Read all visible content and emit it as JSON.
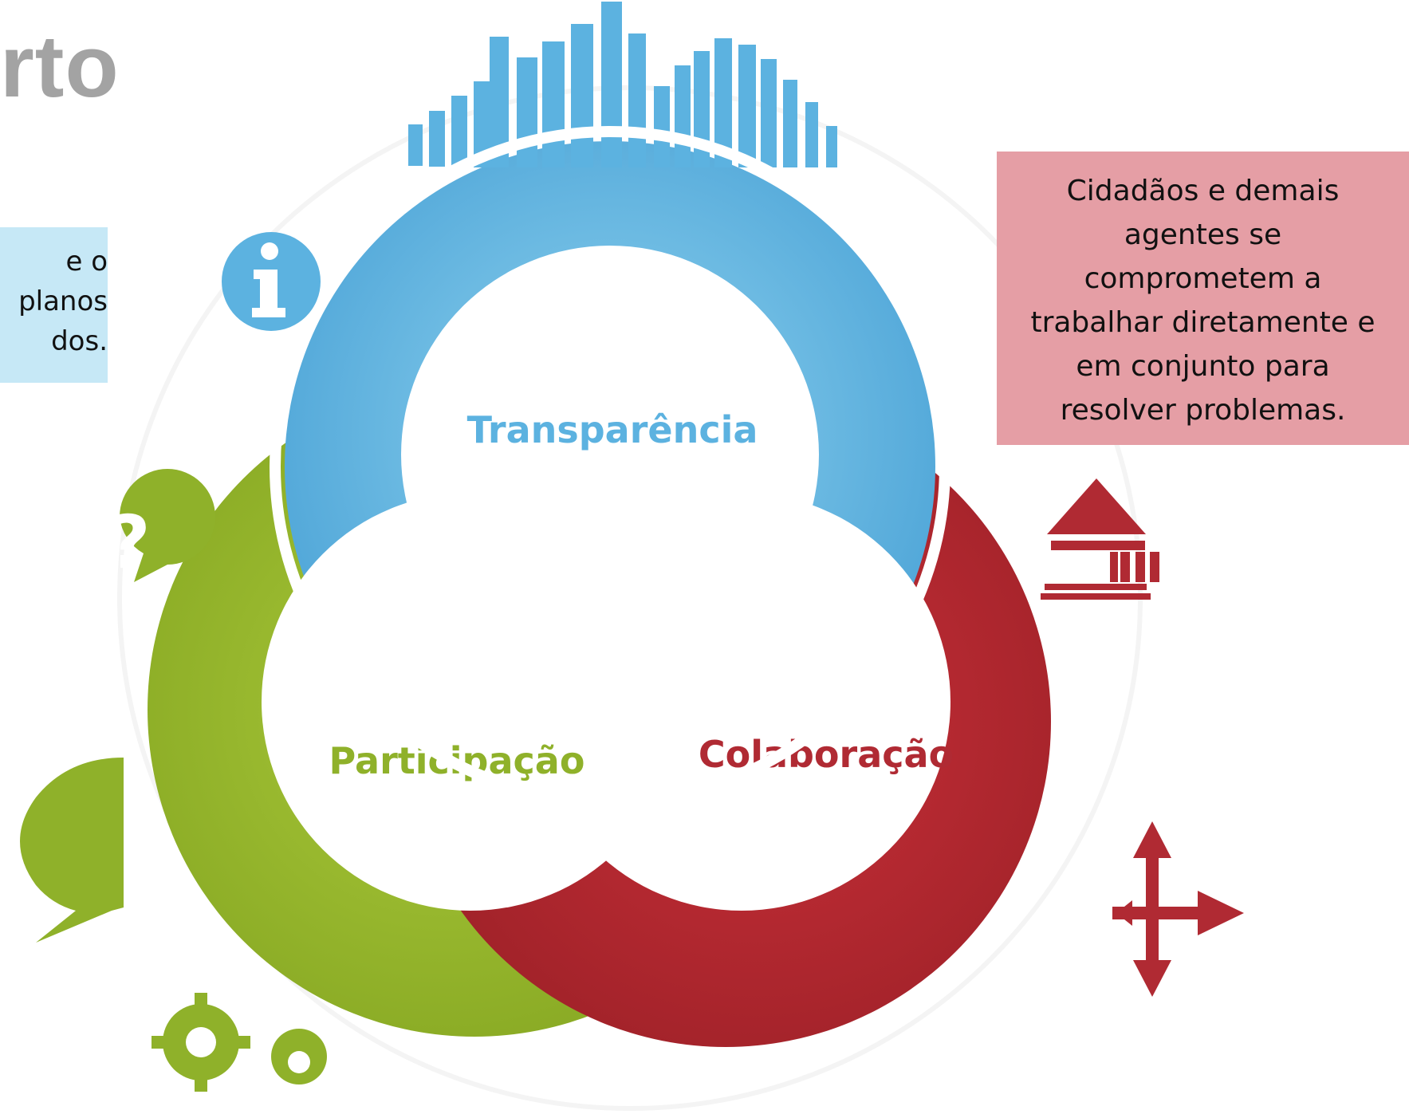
{
  "page": {
    "title_fragment": "rto"
  },
  "notes": {
    "left": {
      "lines": [
        "e o",
        "planos",
        "dos."
      ],
      "background": "#c6e8f6"
    },
    "right": {
      "lines": [
        "Cidadãos e demais",
        "agentes se",
        "comprometem a",
        "trabalhar diretamente e",
        "em conjunto para",
        "resolver problemas."
      ],
      "background": "#e59ea5"
    }
  },
  "rings": {
    "transparency": {
      "label": "Transparência",
      "color": "#5cb2e0"
    },
    "participation": {
      "label": "Participação",
      "color": "#8fb12a"
    },
    "collaboration": {
      "label": "Colaboração",
      "color": "#b02a33"
    }
  },
  "icons": [
    {
      "name": "bar-chart-icon",
      "color": "#5cb2e0"
    },
    {
      "name": "info-icon",
      "color": "#5cb2e0"
    },
    {
      "name": "question-icon",
      "color": "#8fb12a"
    },
    {
      "name": "speech-bubble-icon",
      "color": "#8fb12a"
    },
    {
      "name": "gears-icon",
      "color": "#8fb12a"
    },
    {
      "name": "government-building-icon",
      "color": "#b02a33"
    },
    {
      "name": "move-arrows-icon",
      "color": "#b02a33"
    }
  ]
}
